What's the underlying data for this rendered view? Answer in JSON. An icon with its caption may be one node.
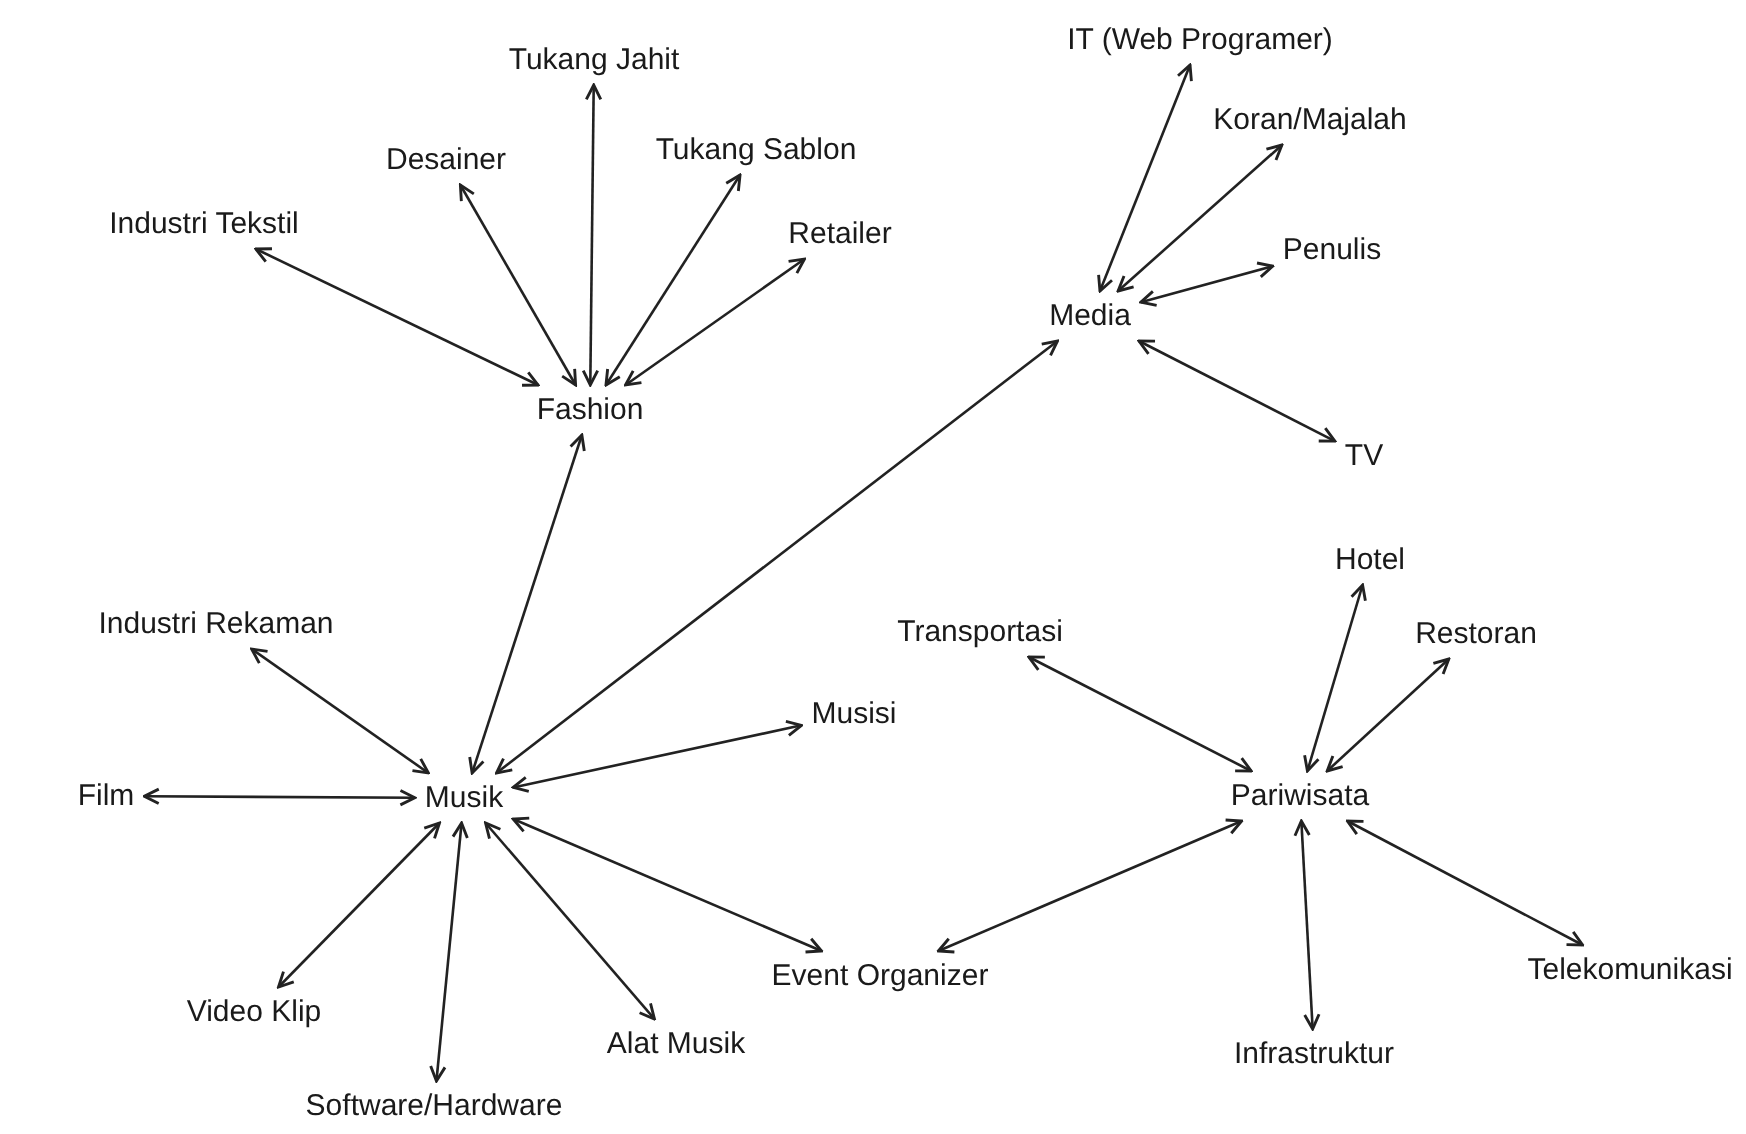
{
  "diagram": {
    "nodes": [
      {
        "text": [
          "Fashion"
        ]
      },
      {
        "text": [
          "Tukang Jahit"
        ]
      },
      {
        "text": [
          "Desainer"
        ]
      },
      {
        "text": [
          "Tukang Sablon"
        ]
      },
      {
        "text": [
          "Industri Tekstil"
        ]
      },
      {
        "text": [
          "Retailer"
        ]
      },
      {
        "text": [
          "Media"
        ]
      },
      {
        "text": [
          "IT (Web Programer)"
        ]
      },
      {
        "text": [
          "Koran/Majalah"
        ]
      },
      {
        "text": [
          "Penulis"
        ]
      },
      {
        "text": [
          "TV"
        ]
      },
      {
        "text": [
          "Musik"
        ]
      },
      {
        "text": [
          "Industri Rekaman"
        ]
      },
      {
        "text": [
          "Musisi"
        ]
      },
      {
        "text": [
          "Film"
        ]
      },
      {
        "text": [
          "Video Klip"
        ]
      },
      {
        "text": [
          "Software/Hardware"
        ]
      },
      {
        "text": [
          "Alat Musik"
        ]
      },
      {
        "text": [
          "Event Organizer"
        ]
      },
      {
        "text": [
          "Pariwisata"
        ]
      },
      {
        "text": [
          "Transportasi"
        ]
      },
      {
        "text": [
          "Hotel"
        ]
      },
      {
        "text": [
          "Restoran"
        ]
      },
      {
        "text": [
          "Telekomunikasi"
        ]
      },
      {
        "text": [
          "Infrastruktur"
        ]
      }
    ],
    "edges": [
      {
        "from": 0,
        "to": 1,
        "arrow": "both"
      },
      {
        "from": 0,
        "to": 2,
        "arrow": "both"
      },
      {
        "from": 0,
        "to": 3,
        "arrow": "both"
      },
      {
        "from": 0,
        "to": 4,
        "arrow": "both"
      },
      {
        "from": 0,
        "to": 5,
        "arrow": "both"
      },
      {
        "from": 6,
        "to": 7,
        "arrow": "both"
      },
      {
        "from": 6,
        "to": 8,
        "arrow": "both"
      },
      {
        "from": 6,
        "to": 9,
        "arrow": "both"
      },
      {
        "from": 6,
        "to": 10,
        "arrow": "both"
      },
      {
        "from": 11,
        "to": 0,
        "arrow": "both"
      },
      {
        "from": 11,
        "to": 6,
        "arrow": "both"
      },
      {
        "from": 11,
        "to": 12,
        "arrow": "both"
      },
      {
        "from": 11,
        "to": 13,
        "arrow": "both"
      },
      {
        "from": 11,
        "to": 14,
        "arrow": "both"
      },
      {
        "from": 11,
        "to": 15,
        "arrow": "both"
      },
      {
        "from": 11,
        "to": 16,
        "arrow": "both"
      },
      {
        "from": 11,
        "to": 17,
        "arrow": "both"
      },
      {
        "from": 11,
        "to": 18,
        "arrow": "both"
      },
      {
        "from": 19,
        "to": 18,
        "arrow": "both"
      },
      {
        "from": 19,
        "to": 20,
        "arrow": "both"
      },
      {
        "from": 19,
        "to": 21,
        "arrow": "both"
      },
      {
        "from": 19,
        "to": 22,
        "arrow": "both"
      },
      {
        "from": 19,
        "to": 23,
        "arrow": "both"
      },
      {
        "from": 19,
        "to": 24,
        "arrow": "both"
      }
    ]
  }
}
